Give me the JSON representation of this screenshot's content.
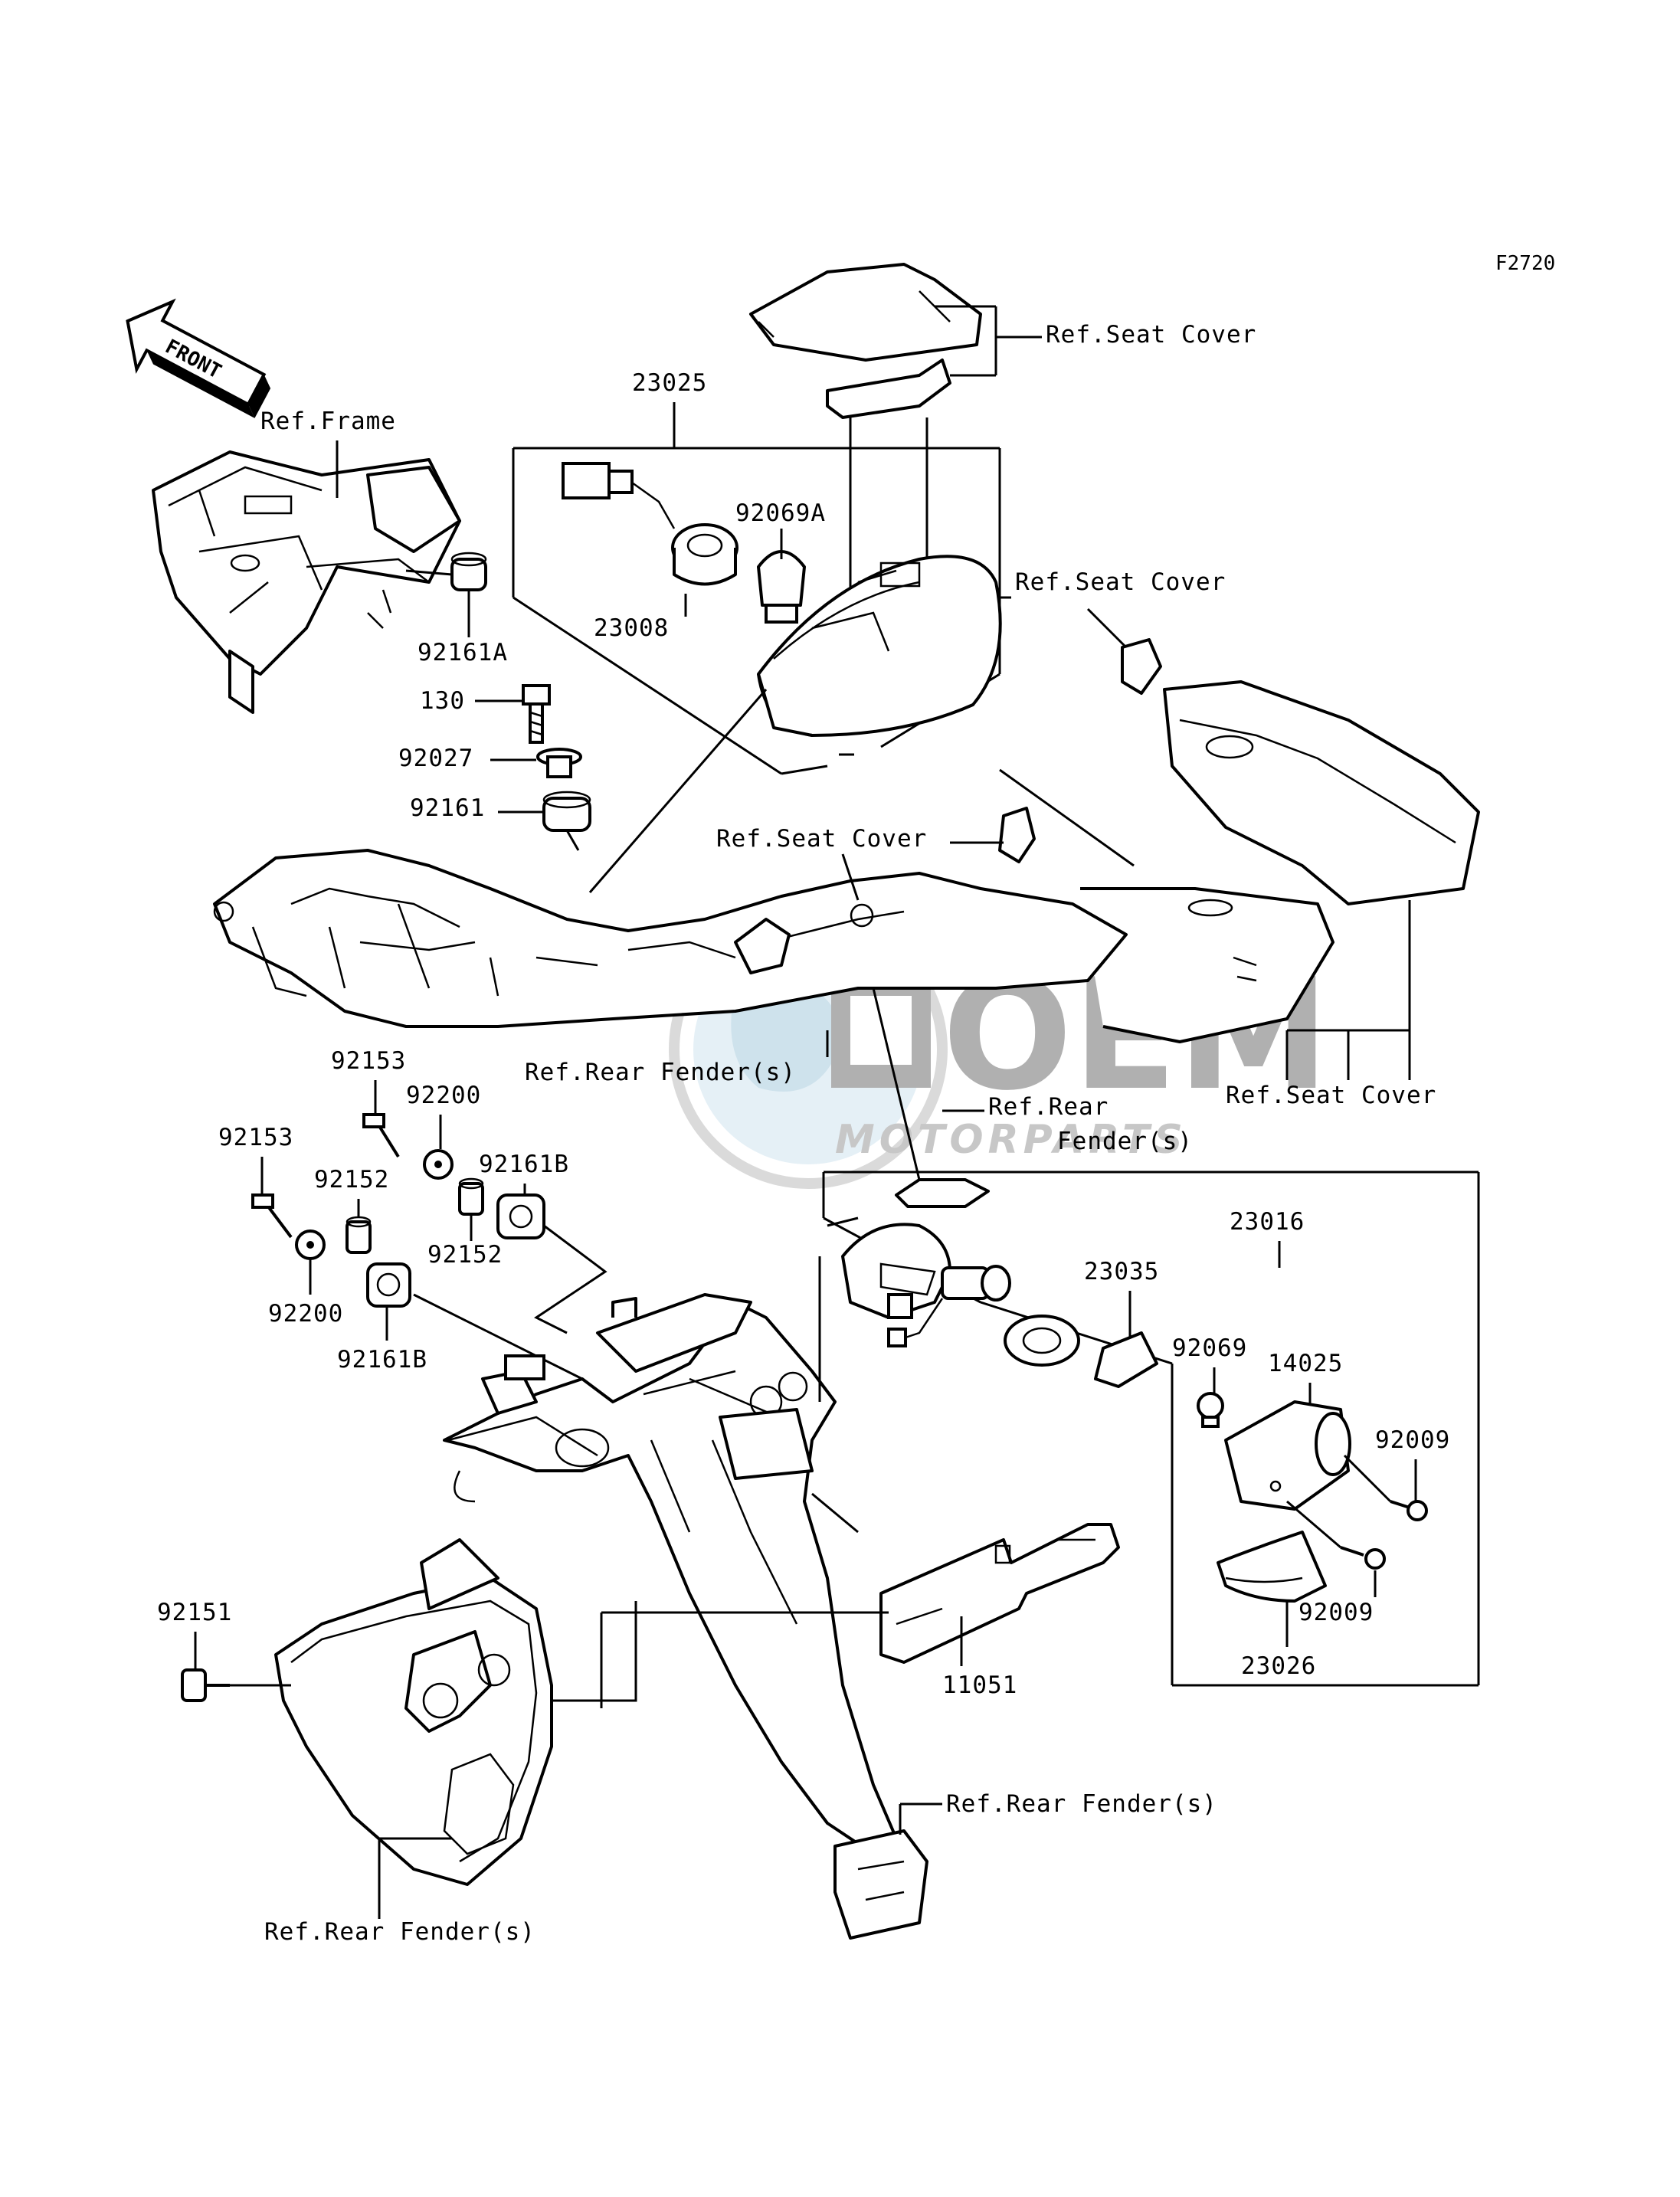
{
  "figure_code": "F2720",
  "front_arrow_label": "FRONT",
  "watermark": {
    "main": "OEM",
    "sub": "MOTORPARTS",
    "colors": {
      "globe": "#cfe3ee",
      "text": "#a7a7a7",
      "ring": "#d9d9d9"
    }
  },
  "labels": {
    "ref_frame": "Ref.Frame",
    "ref_seat_cover_1": "Ref.Seat Cover",
    "ref_seat_cover_2": "Ref.Seat Cover",
    "ref_seat_cover_3": "Ref.Seat Cover",
    "ref_seat_cover_4": "Ref.Seat Cover",
    "ref_rear_fender_1": "Ref.Rear Fender(s)",
    "ref_rear_fender_2a": "Ref.Rear",
    "ref_rear_fender_2b": "Fender(s)",
    "ref_rear_fender_3": "Ref.Rear Fender(s)",
    "ref_rear_fender_4": "Ref.Rear Fender(s)"
  },
  "part_numbers": {
    "p23025": "23025",
    "p92069A": "92069A",
    "p23008": "23008",
    "p92161A": "92161A",
    "p130": "130",
    "p92027": "92027",
    "p92161": "92161",
    "p92153_a": "92153",
    "p92153_b": "92153",
    "p92200_a": "92200",
    "p92200_b": "92200",
    "p92161B_a": "92161B",
    "p92161B_b": "92161B",
    "p92152_a": "92152",
    "p92152_b": "92152",
    "p23016": "23016",
    "p23035": "23035",
    "p92069": "92069",
    "p14025": "14025",
    "p92009_a": "92009",
    "p92009_b": "92009",
    "p23026": "23026",
    "p11051": "11051",
    "p92151": "92151"
  }
}
